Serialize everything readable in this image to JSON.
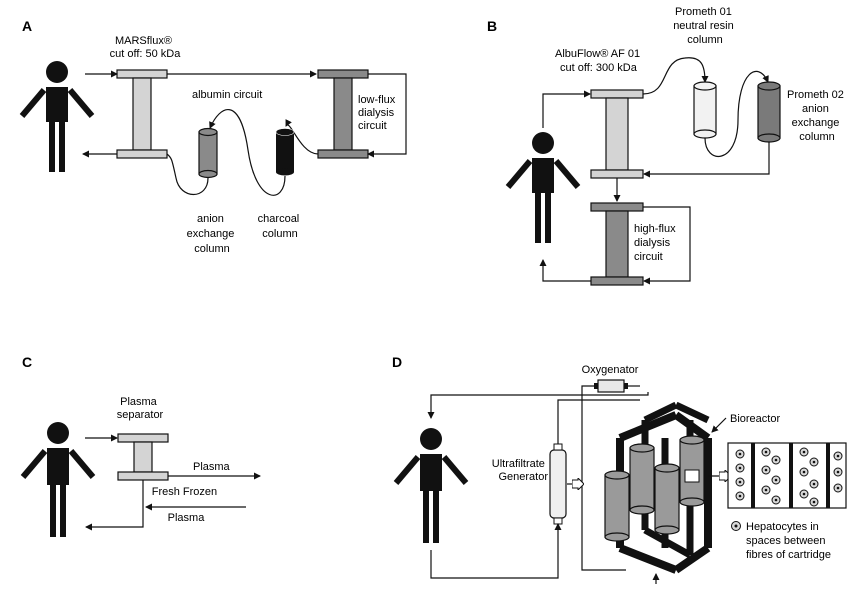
{
  "panels": {
    "a": {
      "letter": "A",
      "device": [
        "MARSflux®",
        "cut off: 50 kDa"
      ],
      "circuit": "albumin circuit",
      "dialysis": [
        "low-flux",
        "dialysis",
        "circuit"
      ],
      "anion": [
        "anion",
        "exchange",
        "column"
      ],
      "charcoal": [
        "charcoal",
        "column"
      ]
    },
    "b": {
      "letter": "B",
      "device": [
        "AlbuFlow® AF 01",
        "cut off: 300 kDa"
      ],
      "prometh1": [
        "Prometh 01",
        "neutral resin",
        "column"
      ],
      "prometh2": [
        "Prometh 02",
        "anion",
        "exchange",
        "column"
      ],
      "dialysis": [
        "high-flux",
        "dialysis",
        "circuit"
      ]
    },
    "c": {
      "letter": "C",
      "separator": [
        "Plasma",
        "separator"
      ],
      "plasma": "Plasma",
      "ffp": [
        "Fresh Frozen",
        "Plasma"
      ]
    },
    "d": {
      "letter": "D",
      "oxygenator": "Oxygenator",
      "generator": [
        "Ultrafiltrate",
        "Generator"
      ],
      "bioreactor": "Bioreactor",
      "legend": [
        "Hepatocytes in",
        "spaces between",
        "fibres of cartridge"
      ]
    }
  },
  "colors": {
    "dark": "#111111",
    "mid_gray": "#8a8a8a",
    "light_gray": "#d4d4d4",
    "column_gray": "#9a9a9a"
  }
}
